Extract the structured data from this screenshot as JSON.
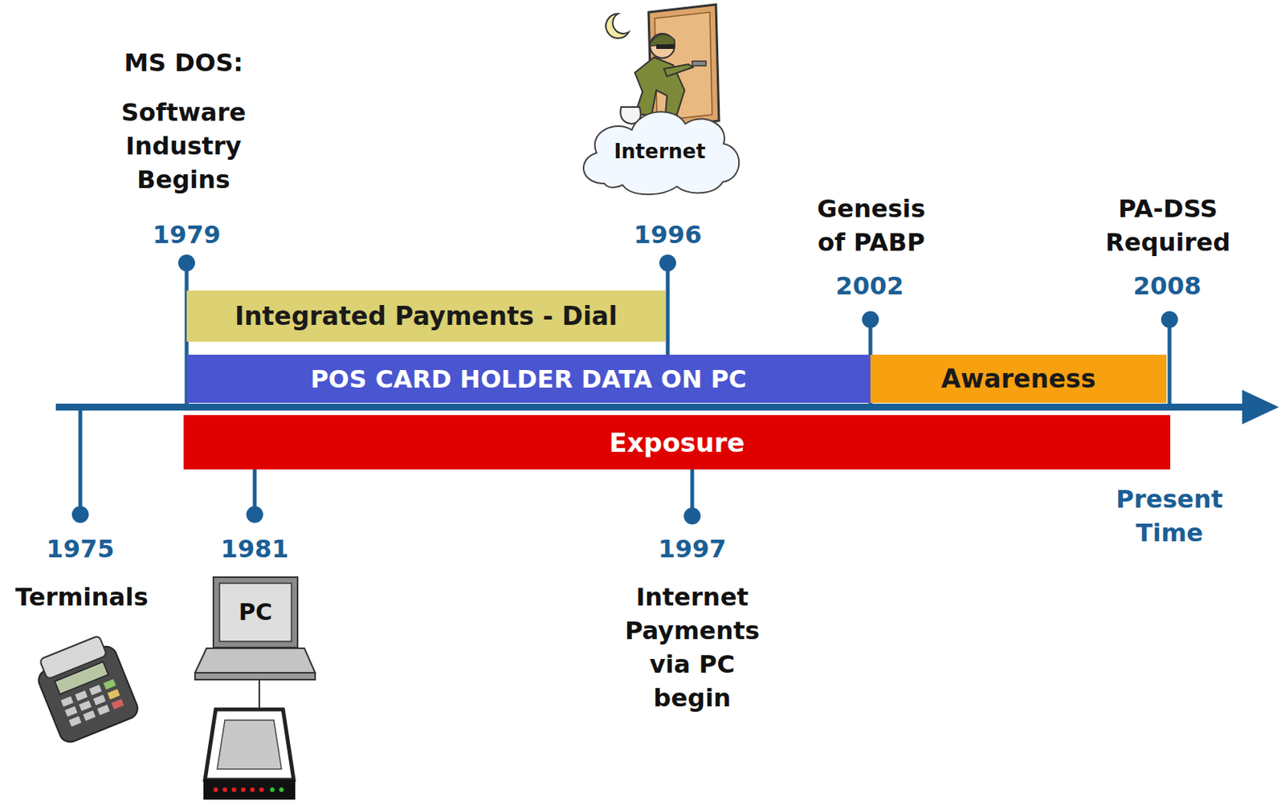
{
  "diagram": {
    "nodes": [
      {
        "text": [
          "Internet"
        ]
      },
      {
        "text": [
          "Integrated Payments - Dial"
        ]
      },
      {
        "text": [
          "POS CARD HOLDER DATA ON PC"
        ]
      },
      {
        "text": [
          "Awareness"
        ]
      },
      {
        "text": [
          "Exposure"
        ]
      }
    ],
    "labels": [
      "MS DOS:",
      "Software Industry Begins",
      "1979",
      "1996",
      "Genesis of PABP",
      "2002",
      "PA-DSS Required",
      "2008",
      "Present Time",
      "1975",
      "Terminals",
      "1981",
      "PC",
      "1997",
      "Internet Payments via PC begin"
    ]
  }
}
